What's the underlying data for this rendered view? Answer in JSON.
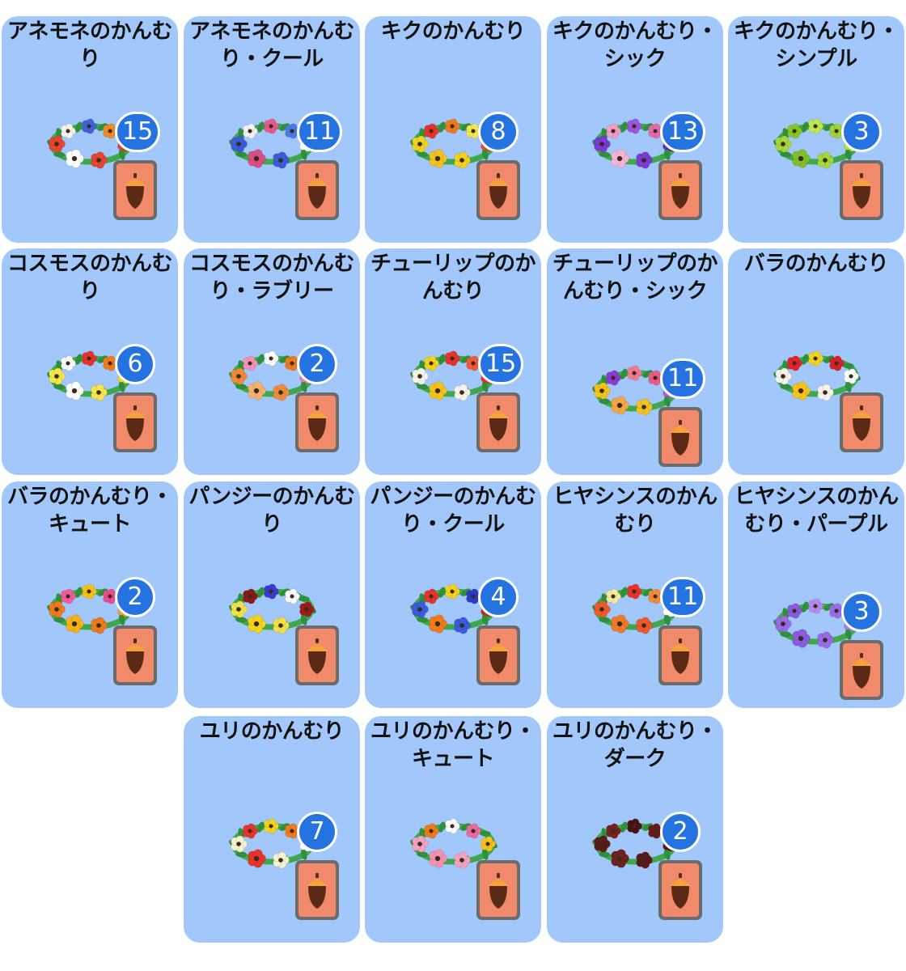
{
  "items": [
    {
      "title": "アネモネのかんむり",
      "count": "15",
      "colors": [
        "#e8452f",
        "#f7f2ea",
        "#3f61d9",
        "#f08a24",
        "#e23c3c",
        "#ffffff"
      ]
    },
    {
      "title": "アネモネのかんむり・クール",
      "count": "11",
      "colors": [
        "#3a5cd8",
        "#f2f2f6",
        "#e8588f",
        "#4a7ae6",
        "#ffffff",
        "#d94e86"
      ]
    },
    {
      "title": "キクのかんむり",
      "count": "8",
      "colors": [
        "#f2d21c",
        "#e8332a",
        "#f07a1a",
        "#f5e74a",
        "#e34a3c",
        "#f2c11c"
      ]
    },
    {
      "title": "キクのかんむり・シック",
      "count": "13",
      "colors": [
        "#7b3ad6",
        "#f59bc8",
        "#9a55e0",
        "#e76aa8",
        "#5a2fc0",
        "#f4b4d4"
      ]
    },
    {
      "title": "キクのかんむり・シンプル",
      "count": "3",
      "colors": [
        "#a6d63a",
        "#86c72a",
        "#c2e84e",
        "#9ed33a",
        "#b4e044",
        "#7fbf2a"
      ]
    },
    {
      "title": "コスモスのかんむり",
      "count": "6",
      "colors": [
        "#f5e64a",
        "#ffffff",
        "#e8332a",
        "#f07a1a",
        "#f5d21c",
        "#ffffff"
      ]
    },
    {
      "title": "コスモスのかんむり・ラブリー",
      "count": "2",
      "colors": [
        "#f08a3a",
        "#f590b8",
        "#ffffff",
        "#f07a1a",
        "#ec7aa8",
        "#f5b070"
      ]
    },
    {
      "title": "チューリップのかんむり",
      "count": "15",
      "colors": [
        "#f7f2ea",
        "#f5d21c",
        "#e8332a",
        "#f05a3a",
        "#e8332a",
        "#f5c21c"
      ]
    },
    {
      "title": "チューリップのかんむり・シック",
      "count": "11",
      "colors": [
        "#f5c21c",
        "#8a3ad6",
        "#f07a90",
        "#e85a8a",
        "#b05ae0",
        "#f2a64a"
      ]
    },
    {
      "title": "バラのかんむり",
      "count": "",
      "colors": [
        "#f7f2ea",
        "#e8202a",
        "#f5d21c",
        "#d8202a",
        "#ffffff",
        "#f5c21c"
      ]
    },
    {
      "title": "バラのかんむり・キュート",
      "count": "2",
      "colors": [
        "#f07a1a",
        "#f55a9a",
        "#f5c21c",
        "#ec4a8a",
        "#f59a3a",
        "#f2b21c"
      ]
    },
    {
      "title": "パンジーのかんむり",
      "count": "",
      "colors": [
        "#f2e04a",
        "#8a1a1a",
        "#3a3ad0",
        "#ffffff",
        "#a01a1a",
        "#f5d21c"
      ]
    },
    {
      "title": "パンジーのかんむり・クール",
      "count": "4",
      "colors": [
        "#3a5ae0",
        "#e8332a",
        "#f5d21c",
        "#2a3ac8",
        "#c0302a",
        "#f07a1a"
      ]
    },
    {
      "title": "ヒヤシンスのかんむり",
      "count": "11",
      "colors": [
        "#f05a2a",
        "#f5e8a0",
        "#e8332a",
        "#f58a3a",
        "#ffffff",
        "#f07a2a"
      ]
    },
    {
      "title": "ヒヤシンスのかんむり・パープル",
      "count": "3",
      "colors": [
        "#9a6ae8",
        "#8a5ae0",
        "#b48af0",
        "#9a6ae8",
        "#a47aec",
        "#8a5ae0"
      ]
    },
    {
      "title": "ユリのかんむり",
      "count": "7",
      "colors": [
        "#f5f2d0",
        "#e8332a",
        "#f5d21c",
        "#f07a1a",
        "#ffffff",
        "#e8332a"
      ]
    },
    {
      "title": "ユリのかんむり・キュート",
      "count": "",
      "colors": [
        "#f5a0c0",
        "#f07a1a",
        "#ffffff",
        "#ec6aa0",
        "#f5c21c",
        "#f590b0"
      ]
    },
    {
      "title": "ユリのかんむり・ダーク",
      "count": "2",
      "colors": [
        "#5a1a1a",
        "#7a2020",
        "#4a1414",
        "#6a1a1a",
        "#5a1818",
        "#702020"
      ]
    }
  ]
}
